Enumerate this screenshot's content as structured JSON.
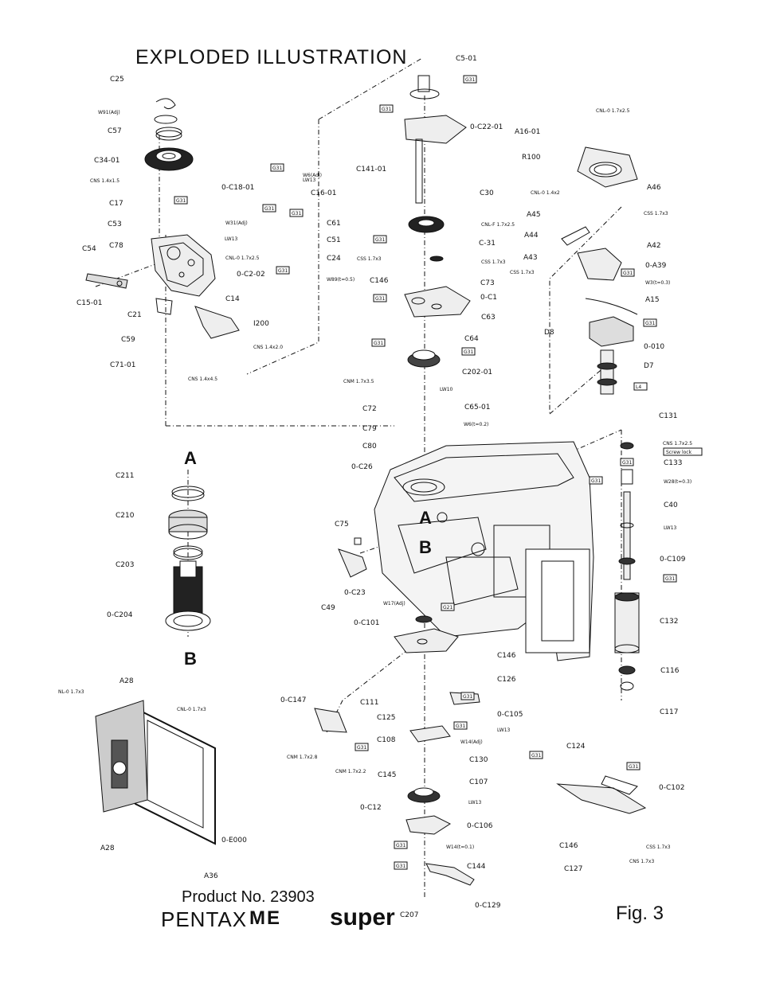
{
  "title": "EXPLODED ILLUSTRATION",
  "product": "Product No. 23903",
  "brand": "PENTAX",
  "model": "ME",
  "model_suffix": "super",
  "figure": "Fig. 3",
  "section_markers": [
    "A",
    "B"
  ],
  "tag_g31": "G31",
  "tag_g21": "G21",
  "tag_l4": "L4",
  "screw_lock": "Screw lock",
  "parts": [
    {
      "id": "p1",
      "label": "C25",
      "size": "n"
    },
    {
      "id": "p2",
      "label": "W91(Adj)",
      "size": "s"
    },
    {
      "id": "p3",
      "label": "C57",
      "size": "n"
    },
    {
      "id": "p4",
      "label": "C34-01",
      "size": "n"
    },
    {
      "id": "p5",
      "label": "CNS 1.4x1.5",
      "size": "s"
    },
    {
      "id": "p6",
      "label": "C17",
      "size": "n"
    },
    {
      "id": "p7",
      "label": "C53",
      "size": "n"
    },
    {
      "id": "p8",
      "label": "C78",
      "size": "n"
    },
    {
      "id": "p9",
      "label": "C54",
      "size": "n"
    },
    {
      "id": "p10",
      "label": "C15-01",
      "size": "n"
    },
    {
      "id": "p11",
      "label": "C21",
      "size": "n"
    },
    {
      "id": "p12",
      "label": "C59",
      "size": "n"
    },
    {
      "id": "p13",
      "label": "C71-01",
      "size": "n"
    },
    {
      "id": "p14",
      "label": "0-C18-01",
      "size": "n"
    },
    {
      "id": "p15",
      "label": "W31(Adj)",
      "size": "s"
    },
    {
      "id": "p16",
      "label": "LW13",
      "size": "s"
    },
    {
      "id": "p17",
      "label": "CNL-0 1.7x2.5",
      "size": "s"
    },
    {
      "id": "p18",
      "label": "0-C2-02",
      "size": "n"
    },
    {
      "id": "p19",
      "label": "C14",
      "size": "n"
    },
    {
      "id": "p20",
      "label": "I200",
      "size": "n"
    },
    {
      "id": "p21",
      "label": "CNS 1.4x2.0",
      "size": "s"
    },
    {
      "id": "p22",
      "label": "CNS 1.4x4.5",
      "size": "s"
    },
    {
      "id": "p23",
      "label": "LW13",
      "size": "s"
    },
    {
      "id": "p24",
      "label": "W6(Adj)",
      "size": "s"
    },
    {
      "id": "p25",
      "label": "C16-01",
      "size": "n"
    },
    {
      "id": "p26",
      "label": "C61",
      "size": "n"
    },
    {
      "id": "p27",
      "label": "C51",
      "size": "n"
    },
    {
      "id": "p28",
      "label": "C24",
      "size": "n"
    },
    {
      "id": "p29",
      "label": "W89(t=0.5)",
      "size": "s"
    },
    {
      "id": "p30",
      "label": "C5-01",
      "size": "n"
    },
    {
      "id": "p31",
      "label": "0-C22-01",
      "size": "n"
    },
    {
      "id": "p32",
      "label": "C141-01",
      "size": "n"
    },
    {
      "id": "p33",
      "label": "C30",
      "size": "n"
    },
    {
      "id": "p34",
      "label": "CNL-F 1.7x2.5",
      "size": "s"
    },
    {
      "id": "p35",
      "label": "C-31",
      "size": "n"
    },
    {
      "id": "p36",
      "label": "CSS 1.7x3",
      "size": "s"
    },
    {
      "id": "p37",
      "label": "CSS 1.7x3",
      "size": "s"
    },
    {
      "id": "p38",
      "label": "C146",
      "size": "n"
    },
    {
      "id": "p39",
      "label": "C73",
      "size": "n"
    },
    {
      "id": "p40",
      "label": "0-C1",
      "size": "n"
    },
    {
      "id": "p41",
      "label": "C63",
      "size": "n"
    },
    {
      "id": "p42",
      "label": "C64",
      "size": "n"
    },
    {
      "id": "p43",
      "label": "C202-01",
      "size": "n"
    },
    {
      "id": "p44",
      "label": "CNM 1.7x3.5",
      "size": "s"
    },
    {
      "id": "p45",
      "label": "LW10",
      "size": "s"
    },
    {
      "id": "p46",
      "label": "C72",
      "size": "n"
    },
    {
      "id": "p47",
      "label": "C65-01",
      "size": "n"
    },
    {
      "id": "p48",
      "label": "W6(t=0.2)",
      "size": "s"
    },
    {
      "id": "p49",
      "label": "C79",
      "size": "n"
    },
    {
      "id": "p50",
      "label": "C80",
      "size": "n"
    },
    {
      "id": "p51",
      "label": "0-C26",
      "size": "n"
    },
    {
      "id": "p52",
      "label": "CNL-0 1.7x2.5",
      "size": "s"
    },
    {
      "id": "p53",
      "label": "A16-01",
      "size": "n"
    },
    {
      "id": "p54",
      "label": "R100",
      "size": "n"
    },
    {
      "id": "p55",
      "label": "CNL-0 1.4x2",
      "size": "s"
    },
    {
      "id": "p56",
      "label": "A46",
      "size": "n"
    },
    {
      "id": "p57",
      "label": "A45",
      "size": "n"
    },
    {
      "id": "p58",
      "label": "CSS 1.7x3",
      "size": "s"
    },
    {
      "id": "p59",
      "label": "A44",
      "size": "n"
    },
    {
      "id": "p60",
      "label": "A42",
      "size": "n"
    },
    {
      "id": "p61",
      "label": "A43",
      "size": "n"
    },
    {
      "id": "p62",
      "label": "CSS 1.7x3",
      "size": "s"
    },
    {
      "id": "p63",
      "label": "0-A39",
      "size": "n"
    },
    {
      "id": "p64",
      "label": "W3(t=0.3)",
      "size": "s"
    },
    {
      "id": "p65",
      "label": "A15",
      "size": "n"
    },
    {
      "id": "p66",
      "label": "D8",
      "size": "n"
    },
    {
      "id": "p67",
      "label": "0-010",
      "size": "n"
    },
    {
      "id": "p68",
      "label": "D7",
      "size": "n"
    },
    {
      "id": "p69",
      "label": "C131",
      "size": "n"
    },
    {
      "id": "p70",
      "label": "CNS 1.7x2.5",
      "size": "s"
    },
    {
      "id": "p71",
      "label": "C133",
      "size": "n"
    },
    {
      "id": "p72",
      "label": "W28(t=0.3)",
      "size": "s"
    },
    {
      "id": "p73",
      "label": "C40",
      "size": "n"
    },
    {
      "id": "p74",
      "label": "LW13",
      "size": "s"
    },
    {
      "id": "p75",
      "label": "0-C109",
      "size": "n"
    },
    {
      "id": "p76",
      "label": "C132",
      "size": "n"
    },
    {
      "id": "p77",
      "label": "C116",
      "size": "n"
    },
    {
      "id": "p78",
      "label": "C117",
      "size": "n"
    },
    {
      "id": "p79",
      "label": "C211",
      "size": "n"
    },
    {
      "id": "p80",
      "label": "C210",
      "size": "n"
    },
    {
      "id": "p81",
      "label": "C203",
      "size": "n"
    },
    {
      "id": "p82",
      "label": "0-C204",
      "size": "n"
    },
    {
      "id": "p83",
      "label": "C75",
      "size": "n"
    },
    {
      "id": "p84",
      "label": "C49",
      "size": "n"
    },
    {
      "id": "p85",
      "label": "0-C23",
      "size": "n"
    },
    {
      "id": "p86",
      "label": "W17(Adj)",
      "size": "s"
    },
    {
      "id": "p87",
      "label": "0-C101",
      "size": "n"
    },
    {
      "id": "p88",
      "label": "C146",
      "size": "n"
    },
    {
      "id": "p89",
      "label": "C126",
      "size": "n"
    },
    {
      "id": "p90",
      "label": "C111",
      "size": "n"
    },
    {
      "id": "p91",
      "label": "0-C105",
      "size": "n"
    },
    {
      "id": "p92",
      "label": "LW13",
      "size": "s"
    },
    {
      "id": "p93",
      "label": "0-C147",
      "size": "n"
    },
    {
      "id": "p94",
      "label": "C125",
      "size": "n"
    },
    {
      "id": "p95",
      "label": "C108",
      "size": "n"
    },
    {
      "id": "p96",
      "label": "W14(Adj)",
      "size": "s"
    },
    {
      "id": "p97",
      "label": "CNM 1.7x2.8",
      "size": "s"
    },
    {
      "id": "p98",
      "label": "CNM 1.7x2.2",
      "size": "s"
    },
    {
      "id": "p99",
      "label": "C130",
      "size": "n"
    },
    {
      "id": "p100",
      "label": "C145",
      "size": "n"
    },
    {
      "id": "p101",
      "label": "C107",
      "size": "n"
    },
    {
      "id": "p102",
      "label": "LW13",
      "size": "s"
    },
    {
      "id": "p103",
      "label": "0-C12",
      "size": "n"
    },
    {
      "id": "p104",
      "label": "0-C106",
      "size": "n"
    },
    {
      "id": "p105",
      "label": "W14(t=0.1)",
      "size": "s"
    },
    {
      "id": "p106",
      "label": "C144",
      "size": "n"
    },
    {
      "id": "p107",
      "label": "C207",
      "size": "n"
    },
    {
      "id": "p108",
      "label": "0-C129",
      "size": "n"
    },
    {
      "id": "p109",
      "label": "C124",
      "size": "n"
    },
    {
      "id": "p110",
      "label": "0-C102",
      "size": "n"
    },
    {
      "id": "p111",
      "label": "C146",
      "size": "n"
    },
    {
      "id": "p112",
      "label": "CNS 1.7x3",
      "size": "s"
    },
    {
      "id": "p113",
      "label": "CSS 1.7x3",
      "size": "s"
    },
    {
      "id": "p114",
      "label": "C127",
      "size": "n"
    },
    {
      "id": "p115",
      "label": "A28",
      "size": "n"
    },
    {
      "id": "p116",
      "label": "NL-0 1.7x3",
      "size": "s"
    },
    {
      "id": "p117",
      "label": "CNL-0 1.7x3",
      "size": "s"
    },
    {
      "id": "p118",
      "label": "A28",
      "size": "n"
    },
    {
      "id": "p119",
      "label": "0-E000",
      "size": "n"
    },
    {
      "id": "p120",
      "label": "A36",
      "size": "n"
    }
  ]
}
